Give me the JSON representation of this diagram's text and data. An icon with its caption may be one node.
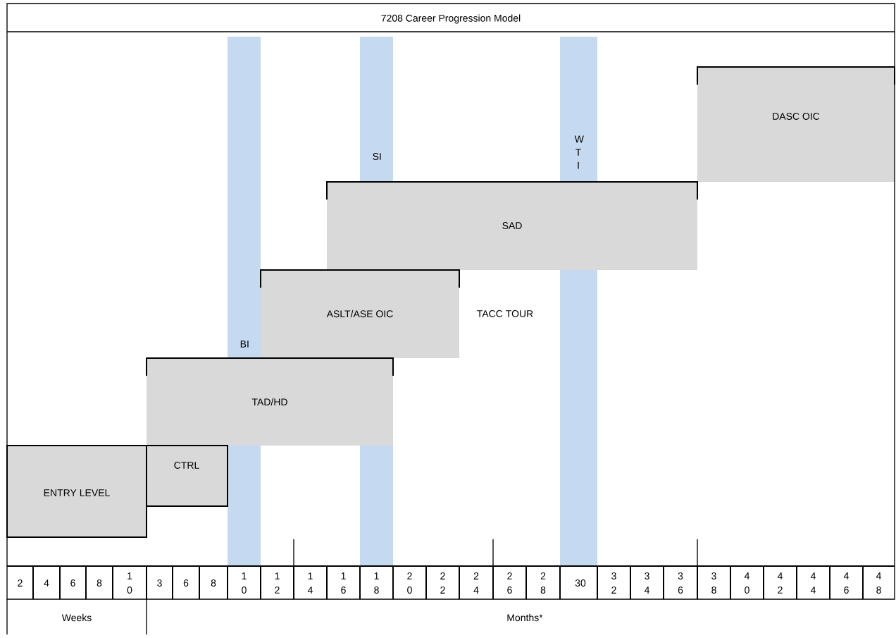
{
  "diagram": {
    "title": "7208 Career Progression Model",
    "nodes": [
      {
        "text": [
          "DASC OIC"
        ]
      },
      {
        "text": [
          "SI"
        ]
      },
      {
        "text": [
          "W T I"
        ]
      },
      {
        "text": [
          "SAD"
        ]
      },
      {
        "text": [
          "ASLT/ASE OIC"
        ]
      },
      {
        "text": [
          "BI"
        ]
      },
      {
        "text": [
          "TAD/HD"
        ]
      },
      {
        "text": [
          "CTRL"
        ]
      },
      {
        "text": [
          "ENTRY LEVEL"
        ]
      }
    ],
    "labels": [
      "TACC TOUR",
      "2",
      "4",
      "6",
      "8",
      "1 0",
      "3",
      "6",
      "8",
      "1 0",
      "1 2",
      "1 4",
      "1 6",
      "1 8",
      "2 0",
      "2 2",
      "2 4",
      "2 6",
      "2 8",
      "30",
      "3 2",
      "3 4",
      "3 6",
      "3 8",
      "4 0",
      "4 2",
      "4 4",
      "4 6",
      "4 8",
      "Weeks",
      "Months*"
    ]
  }
}
